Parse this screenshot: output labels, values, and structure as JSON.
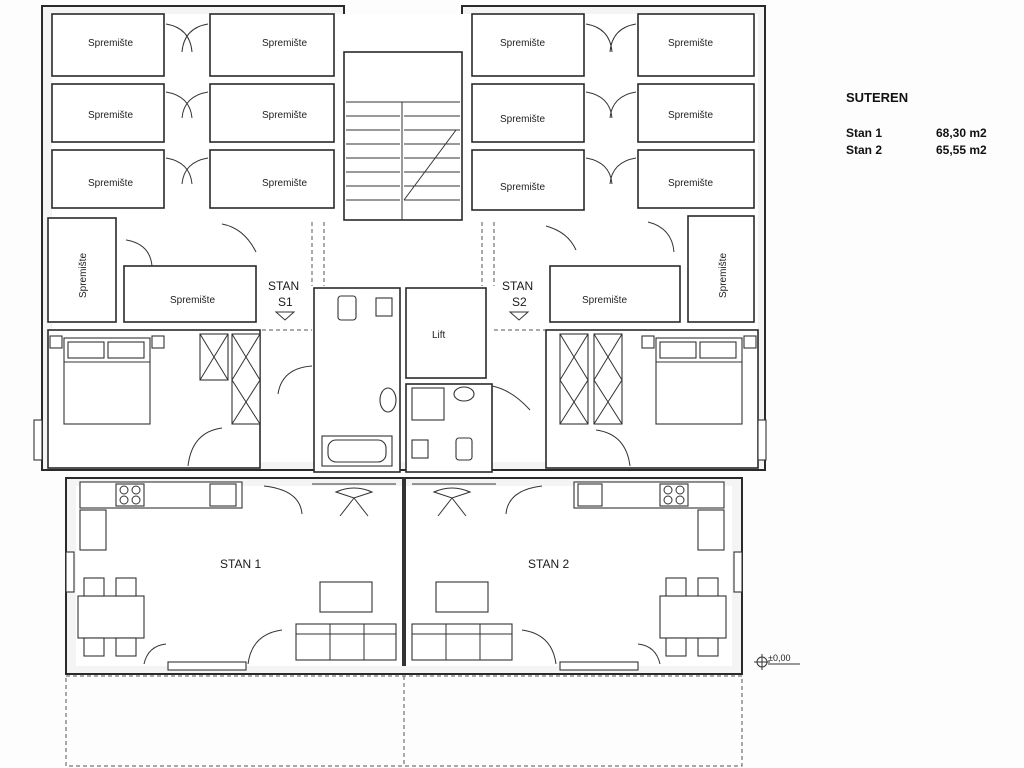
{
  "legend": {
    "title": "SUTEREN",
    "rows": [
      {
        "name": "Stan 1",
        "area": "68,30 m2"
      },
      {
        "name": "Stan 2",
        "area": "65,55 m2"
      }
    ]
  },
  "storage_label": "Spremište",
  "lift_label": "Lift",
  "units": {
    "stan1_entry_a": "STAN",
    "stan1_entry_b": "S1",
    "stan2_entry_a": "STAN",
    "stan2_entry_b": "S2",
    "stan1_room": "STAN 1",
    "stan2_room": "STAN 2"
  },
  "level_mark": "±0,00"
}
